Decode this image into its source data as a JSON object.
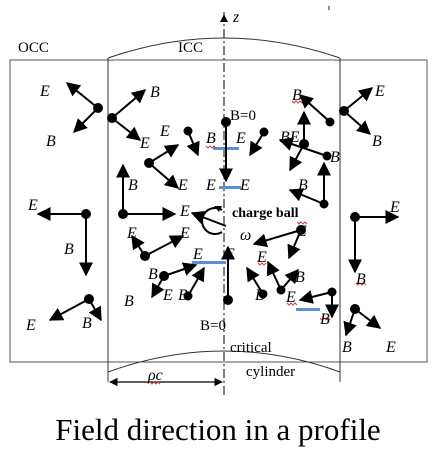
{
  "caption": "Field direction in a profile",
  "labels": {
    "occ": "OCC",
    "icc": "ICC",
    "z_axis": "z",
    "b_zero_top": "B=0",
    "b_zero_bottom": "B=0",
    "charge_ball": "charge ball",
    "omega": "ω",
    "critical": "critical",
    "cylinder": "cylinder",
    "rho_c": "ρc",
    "e": "E",
    "b": "B",
    "be": "BE"
  },
  "colors": {
    "ink": "#000000",
    "highlight": "#5b8fd6",
    "squiggle": "#d04040",
    "frame": "#555555"
  }
}
